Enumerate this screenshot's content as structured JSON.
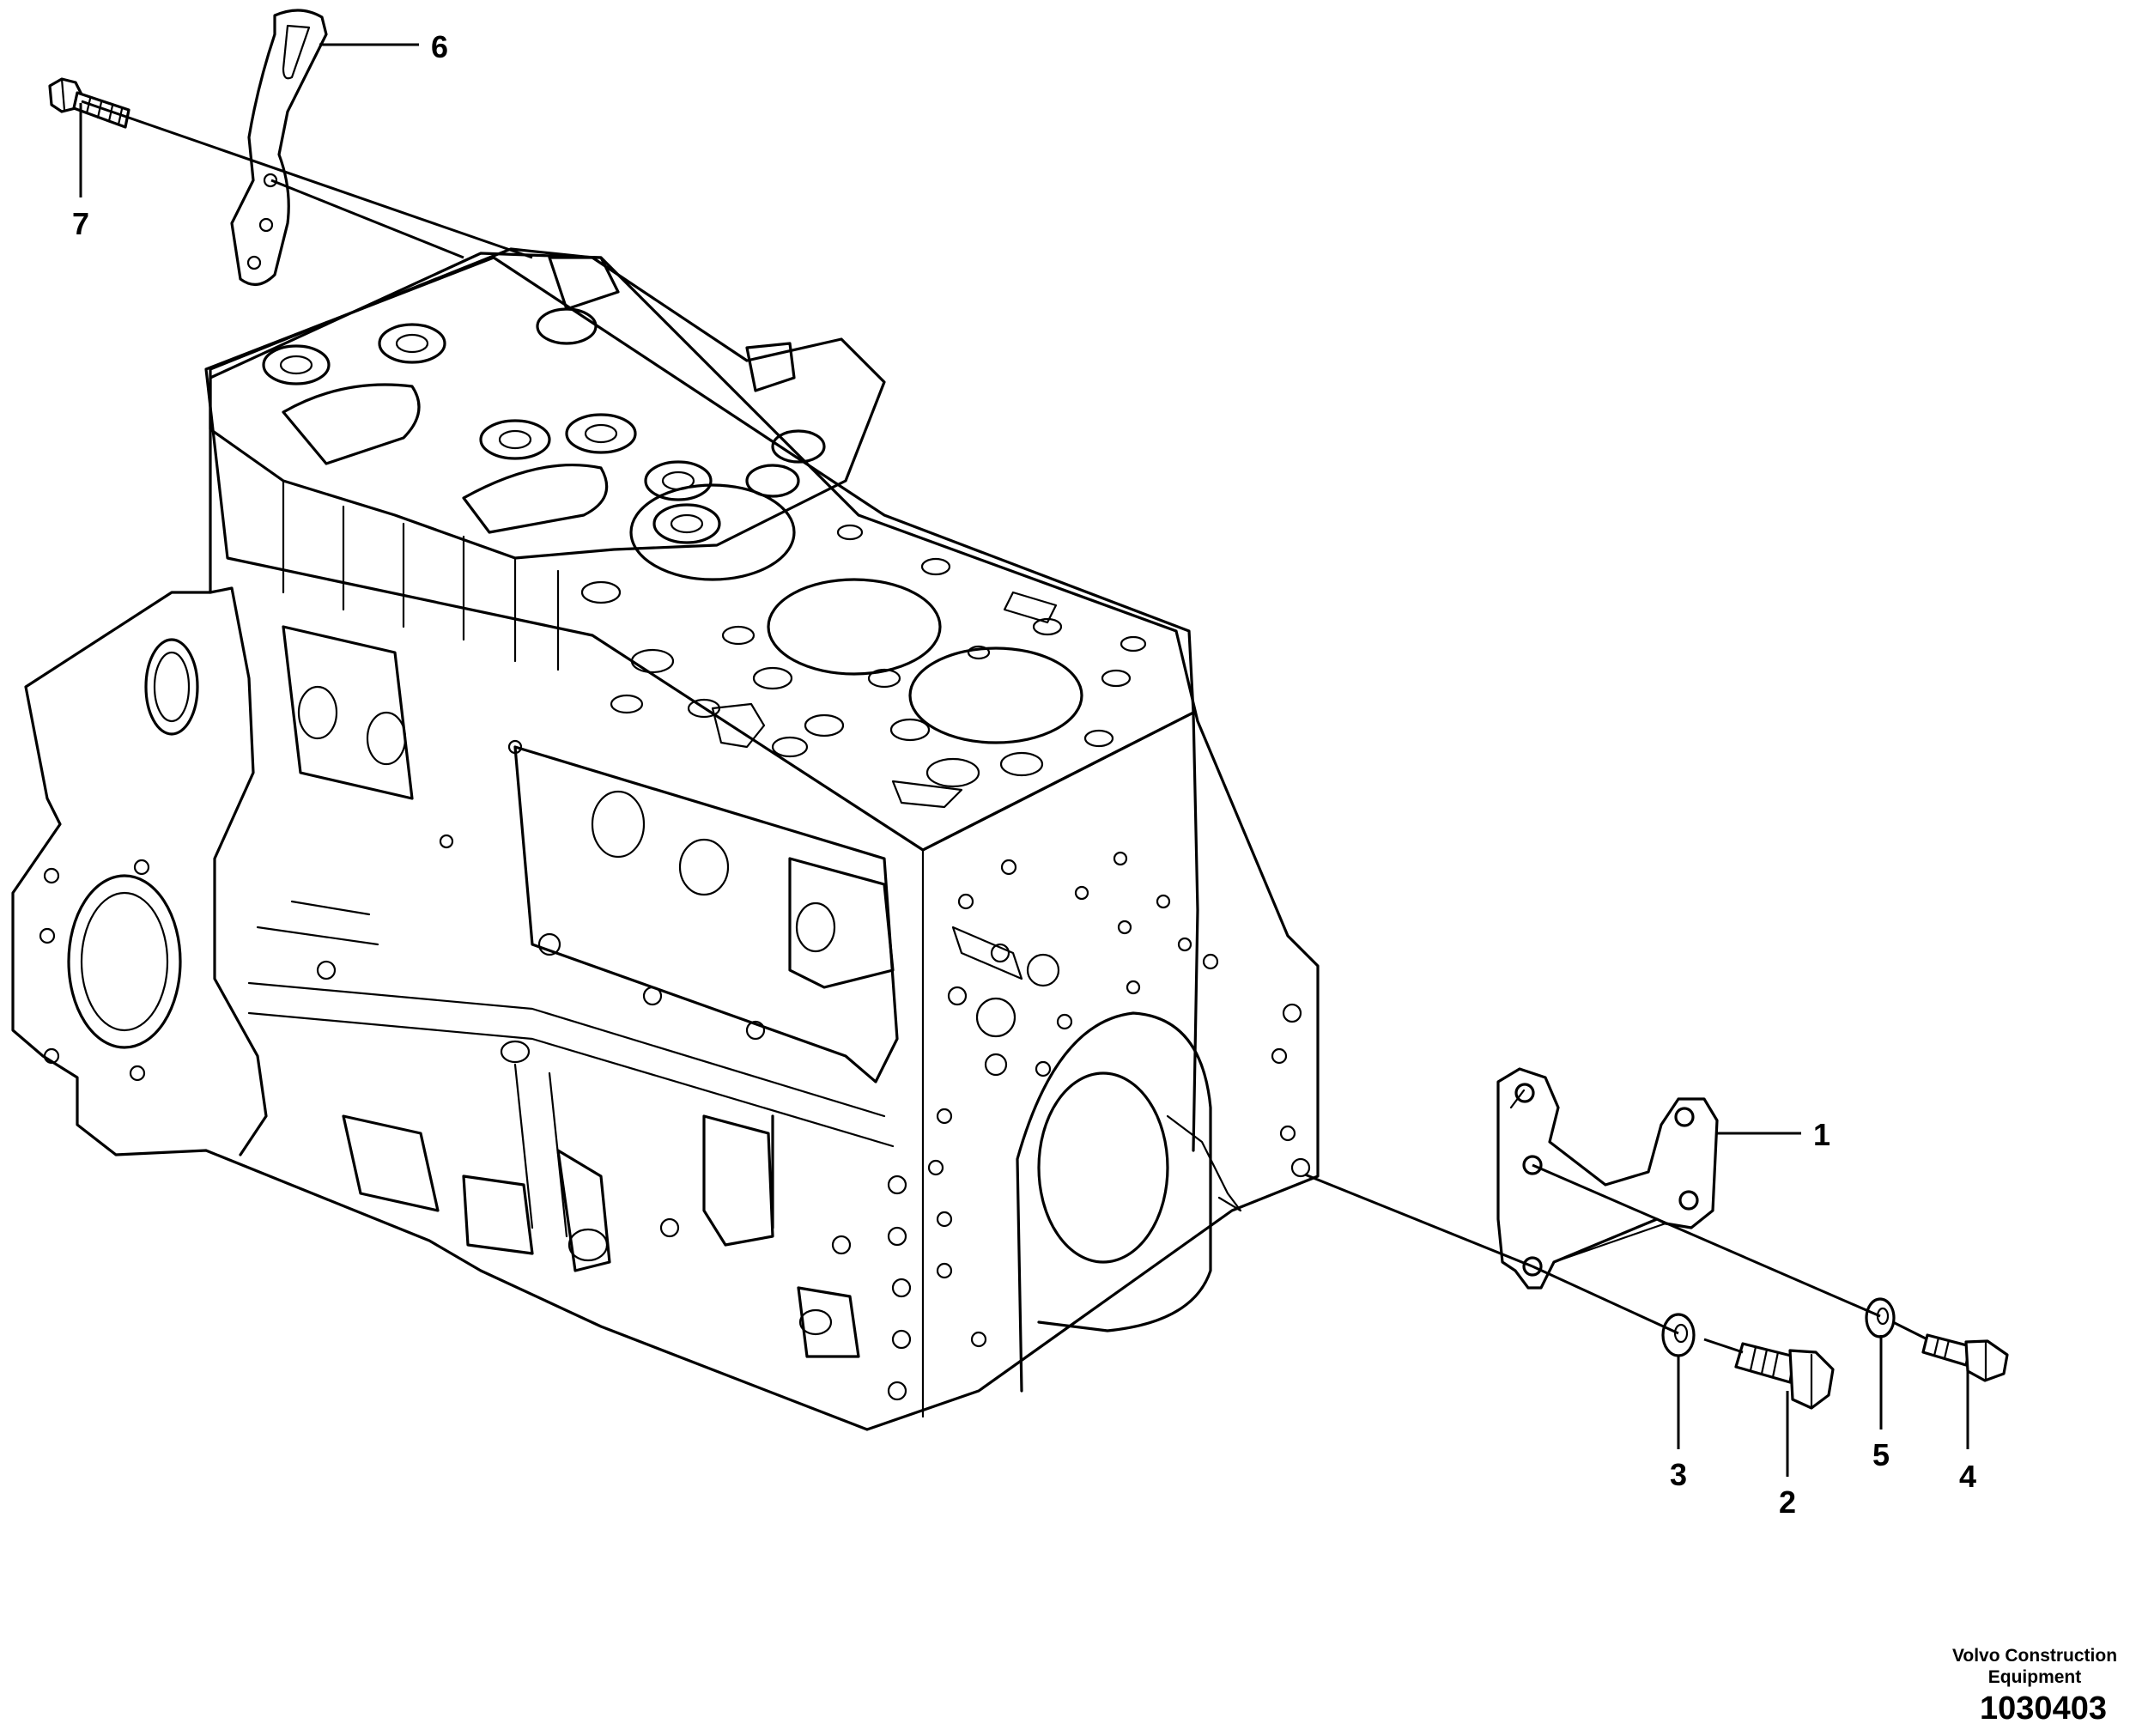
{
  "callouts": {
    "c1": "1",
    "c2": "2",
    "c3": "3",
    "c4": "4",
    "c5": "5",
    "c6": "6",
    "c7": "7"
  },
  "footer": {
    "company_line1": "Volvo Construction",
    "company_line2": "Equipment",
    "drawing_number": "1030403"
  }
}
